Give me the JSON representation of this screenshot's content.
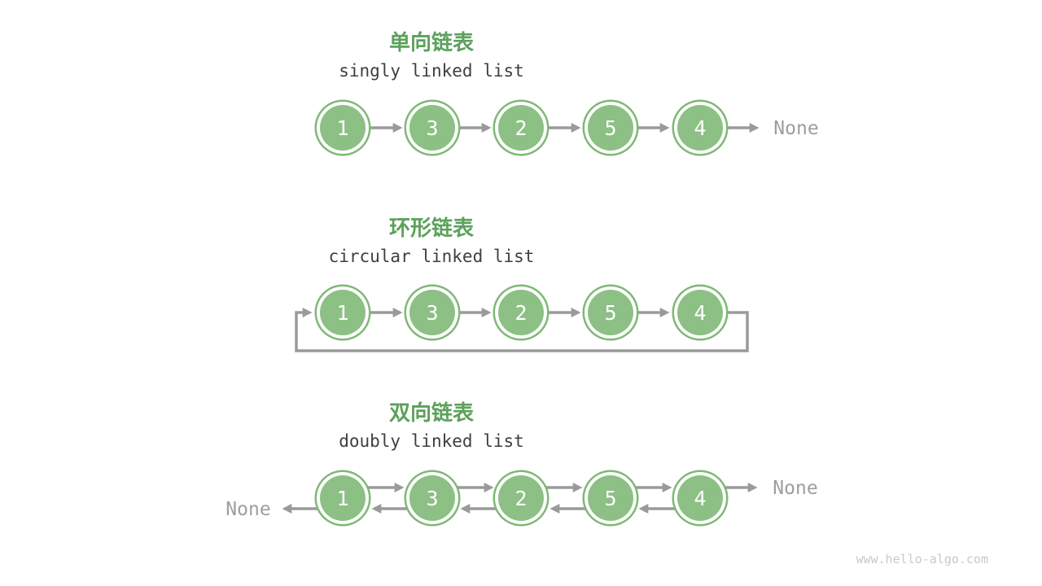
{
  "page": {
    "watermark": "www.hello-algo.com",
    "background": "#ffffff"
  },
  "colors": {
    "title_green": "#5ca15c",
    "node_fill": "#8cc084",
    "node_ring": "#7fb876",
    "arrow_gray": "#9a9a9a",
    "subtitle_text": "#3f3f3f",
    "none_text": "#9e9e9e",
    "watermark_text": "#c9c9c9",
    "node_value_text": "#ffffff"
  },
  "sections": [
    {
      "title": "单向链表",
      "subtitle": "singly linked list",
      "nodes": [
        "1",
        "3",
        "2",
        "5",
        "4"
      ],
      "tail_label": "None"
    },
    {
      "title": "环形链表",
      "subtitle": "circular linked list",
      "nodes": [
        "1",
        "3",
        "2",
        "5",
        "4"
      ]
    },
    {
      "title": "双向链表",
      "subtitle": "doubly linked list",
      "nodes": [
        "1",
        "3",
        "2",
        "5",
        "4"
      ],
      "head_label": "None",
      "tail_label": "None"
    }
  ]
}
